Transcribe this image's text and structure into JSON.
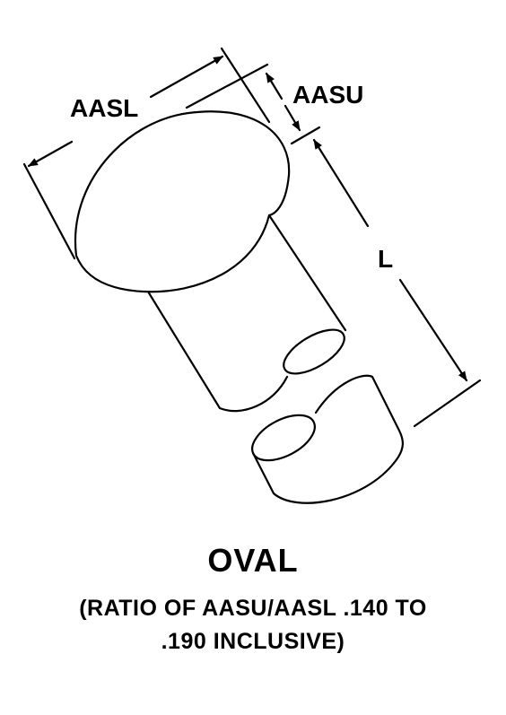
{
  "labels": {
    "head_diameter": "AASL",
    "head_height": "AASU",
    "length": "L"
  },
  "caption": {
    "title": "OVAL",
    "note_line1": "(RATIO OF AASU/AASL .140 TO",
    "note_line2": ".190 INCLUSIVE)"
  }
}
